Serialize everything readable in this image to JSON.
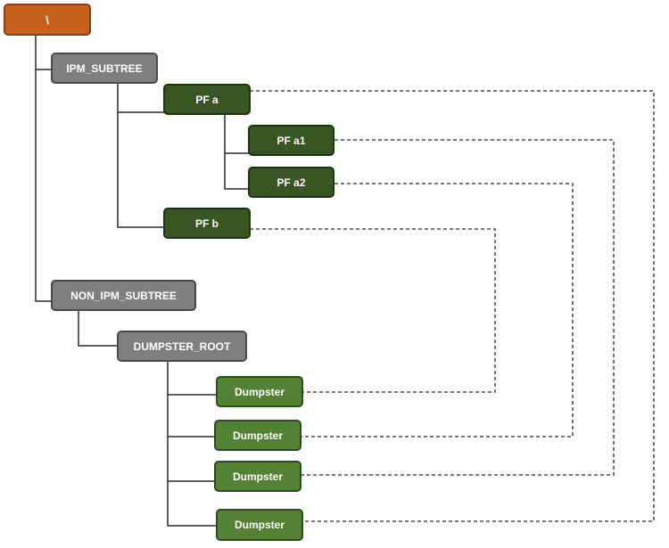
{
  "diagram": {
    "root": {
      "label": "\\"
    },
    "ipm_subtree": {
      "label": "IPM_SUBTREE"
    },
    "pf_a": {
      "label": "PF a"
    },
    "pf_a1": {
      "label": "PF a1"
    },
    "pf_a2": {
      "label": "PF a2"
    },
    "pf_b": {
      "label": "PF b"
    },
    "non_ipm_subtree": {
      "label": "NON_IPM_SUBTREE"
    },
    "dumpster_root": {
      "label": "DUMPSTER_ROOT"
    },
    "dumpsters": [
      {
        "label": "Dumpster"
      },
      {
        "label": "Dumpster"
      },
      {
        "label": "Dumpster"
      },
      {
        "label": "Dumpster"
      }
    ],
    "colors": {
      "root": "#c5611d",
      "system_folder": "#7f7f7f",
      "public_folder": "#375623",
      "dumpster": "#548235",
      "connector": "#2b2b2b"
    }
  }
}
